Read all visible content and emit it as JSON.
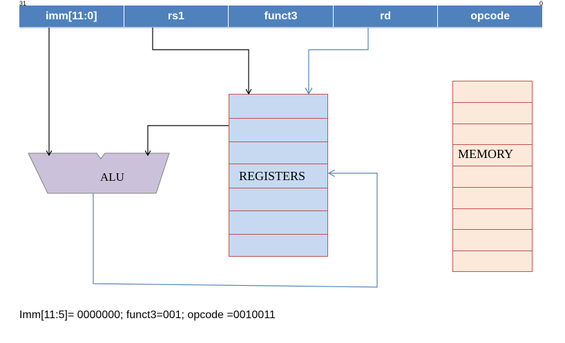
{
  "bit_labels": {
    "msb": "31",
    "lsb": "0"
  },
  "fields": [
    "imm[11:0]",
    "rs1",
    "funct3",
    "rd",
    "opcode"
  ],
  "alu": {
    "label": "ALU",
    "fill": "#ccc1da"
  },
  "registers": {
    "label": "REGISTERS",
    "fill": "#c6d9f1"
  },
  "memory": {
    "label": "MEMORY",
    "fill": "#fde9d9"
  },
  "footnote": "Imm[11:5]= 0000000; funct3=001; opcode =0010011",
  "colors": {
    "field_bar": "#4f81bd",
    "block_border": "#c0504d",
    "blue_wire": "#4f81bd",
    "black_wire": "#000000"
  }
}
